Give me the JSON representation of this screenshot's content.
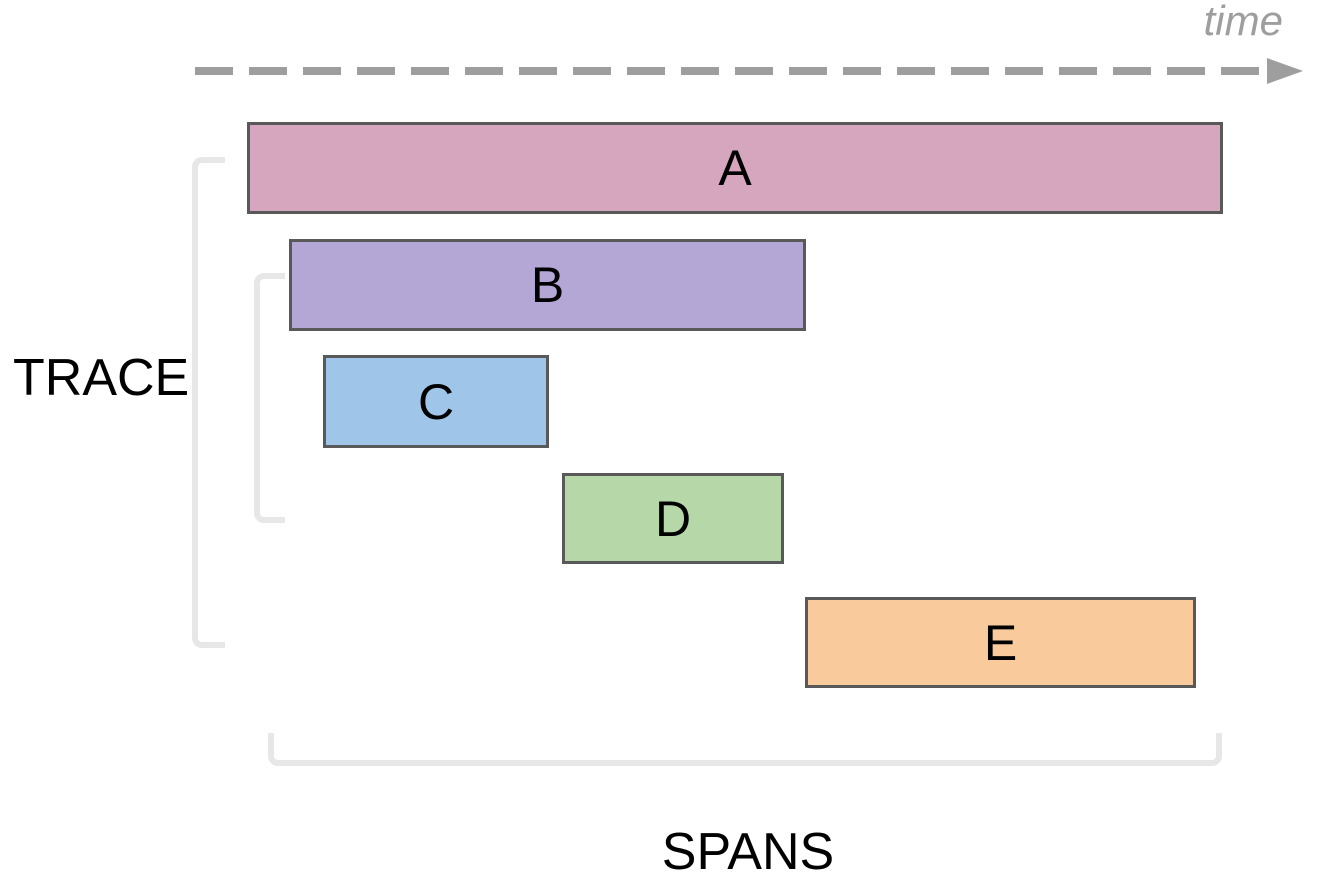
{
  "diagram": {
    "time_label": "time",
    "trace_label": "TRACE",
    "spans_label": "SPANS",
    "colors": {
      "background": "#ffffff",
      "span_border": "#595959",
      "span_label_text": "#000000",
      "axis_arrow": "#9e9e9e",
      "axis_label_text": "#9e9e9e",
      "bracket": "#e7e7e7"
    }
  },
  "spans": [
    {
      "label": "A",
      "color": "#d5a6bd"
    },
    {
      "label": "B",
      "color": "#b4a7d6"
    },
    {
      "label": "C",
      "color": "#9fc5e8"
    },
    {
      "label": "D",
      "color": "#b6d7a8"
    },
    {
      "label": "E",
      "color": "#f9cb9c"
    }
  ]
}
